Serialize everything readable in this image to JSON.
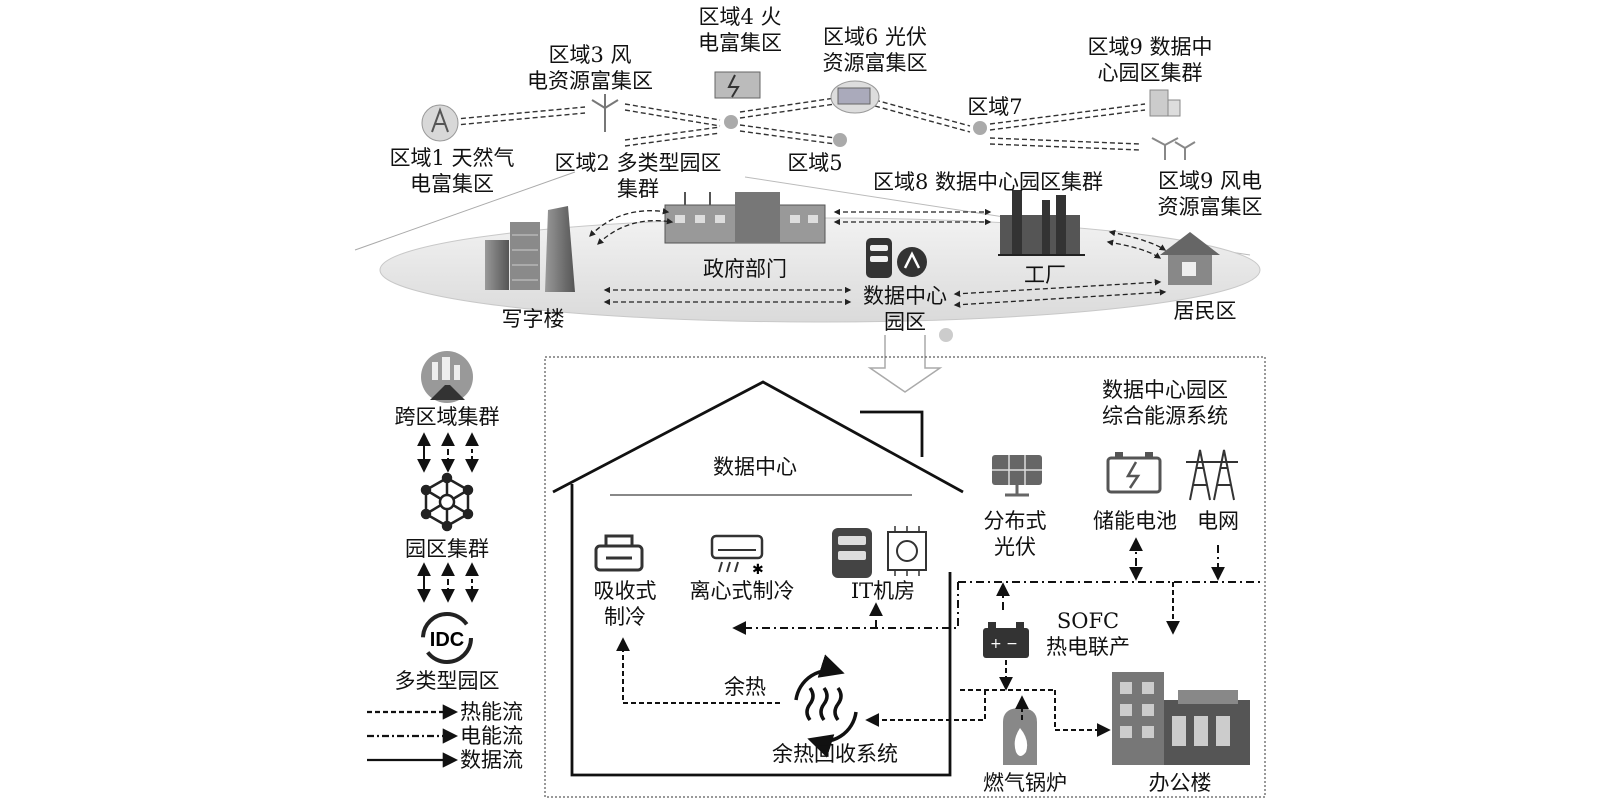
{
  "regions": {
    "r1": "区域1 天然气\n电富集区",
    "r2": "区域2 多类型园区\n集群",
    "r3": "区域3 风\n电资源富集区",
    "r4": "区域4 火\n电富集区",
    "r5": "区域5",
    "r6": "区域6 光伏\n资源富集区",
    "r7": "区域7",
    "r8": "区域8 数据中心园区集群",
    "r9a": "区域9 数据中\n心园区集群",
    "r9b": "区域9 风电\n资源富集区"
  },
  "park": {
    "office": "写字楼",
    "gov": "政府部门",
    "datacenter_park": "数据中心\n园区",
    "factory": "工厂",
    "residential": "居民区"
  },
  "hierarchy": {
    "cross_region": "跨区域集群",
    "park_cluster": "园区集群",
    "multi_park": "多类型园区",
    "idc_text": "IDC"
  },
  "legend": {
    "heat": "热能流",
    "power": "电能流",
    "data": "数据流"
  },
  "system": {
    "title": "数据中心园区\n综合能源系统",
    "dc_house": "数据中心",
    "absorption": "吸收式\n制冷",
    "centrifugal": "离心式制冷",
    "it_room": "IT机房",
    "waste_heat": "余热",
    "heat_recovery": "余热回收系统",
    "pv": "分布式\n光伏",
    "battery": "储能电池",
    "grid": "电网",
    "sofc": "SOFC\n热电联产",
    "gas_boiler": "燃气锅炉",
    "office_building": "办公楼"
  }
}
